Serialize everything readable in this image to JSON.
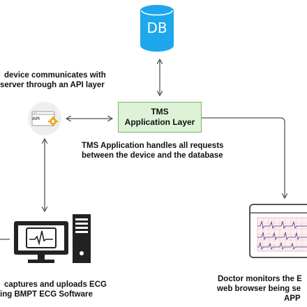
{
  "db": {
    "label": "DB",
    "icon": "database-icon",
    "color": "#1ea7ec"
  },
  "tms": {
    "line1": "TMS",
    "line2": "Application Layer",
    "fill": "#ddf2d6",
    "border": "#7cb36d"
  },
  "api": {
    "label": "API",
    "icon": "api-gear-icon"
  },
  "captions": {
    "device_comm_line1": "device communicates with",
    "device_comm_line2": "server through an API layer",
    "tms_handles_line1": "TMS Application handles all requests",
    "tms_handles_line2": "between the device and the database",
    "captures_line1": "captures and uploads ECG",
    "captures_line2": "ing BMPT ECG Software",
    "doctor_line1": "Doctor monitors the E",
    "doctor_line2": "web browser being se",
    "doctor_line3": "APP"
  },
  "icons": {
    "computer": "ecg-computer-icon",
    "browser": "ecg-browser-window-icon"
  }
}
